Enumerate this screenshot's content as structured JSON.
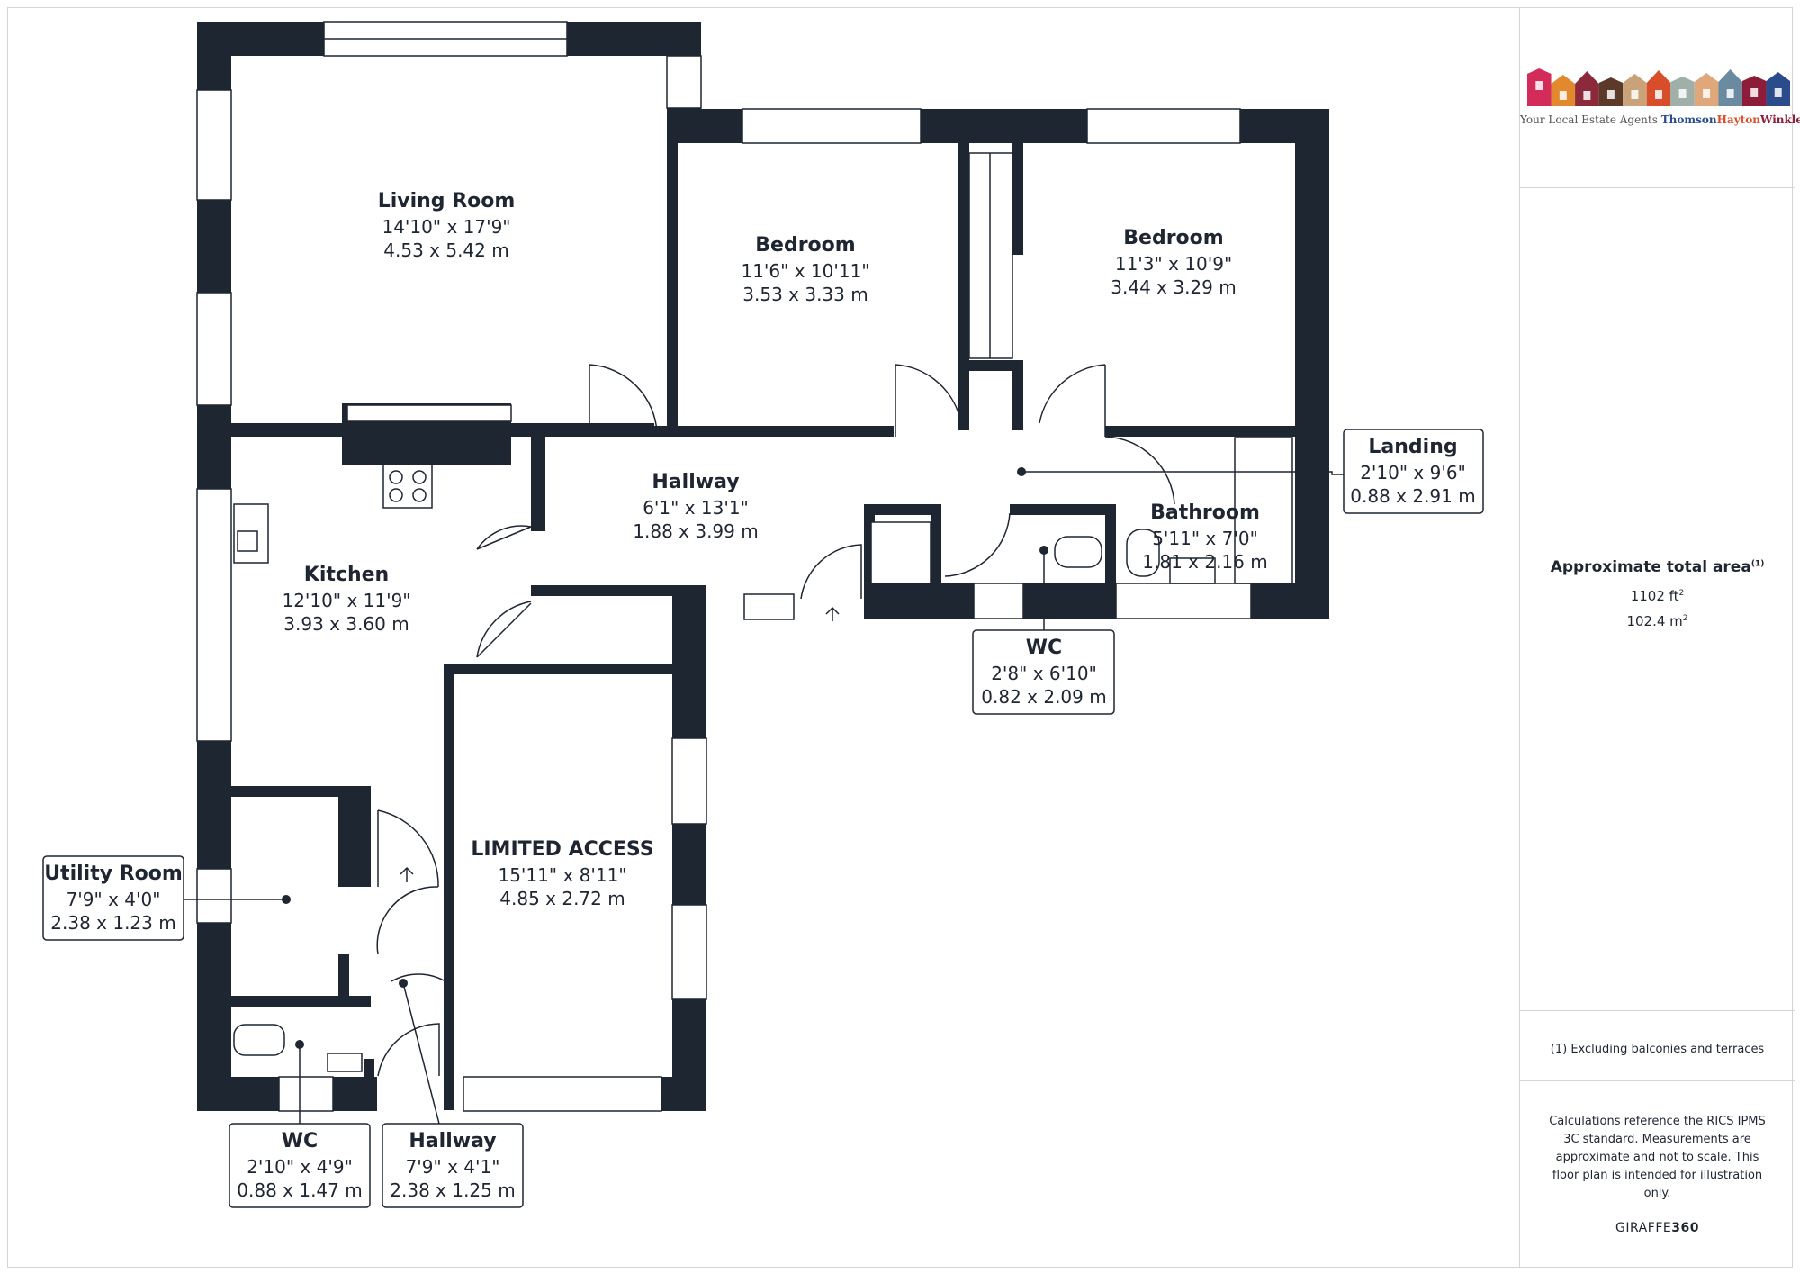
{
  "rooms": {
    "living": {
      "name": "Living Room",
      "imperial": "14'10\" x 17'9\"",
      "metric": "4.53 x 5.42 m"
    },
    "bedroom1": {
      "name": "Bedroom",
      "imperial": "11'6\" x 10'11\"",
      "metric": "3.53 x 3.33 m"
    },
    "bedroom2": {
      "name": "Bedroom",
      "imperial": "11'3\" x 10'9\"",
      "metric": "3.44 x 3.29 m"
    },
    "hallway": {
      "name": "Hallway",
      "imperial": "6'1\" x 13'1\"",
      "metric": "1.88 x 3.99 m"
    },
    "bathroom": {
      "name": "Bathroom",
      "imperial": "5'11\" x 7'0\"",
      "metric": "1.81 x 2.16 m"
    },
    "kitchen": {
      "name": "Kitchen",
      "imperial": "12'10\" x 11'9\"",
      "metric": "3.93 x 3.60 m"
    },
    "limited": {
      "name": "LIMITED ACCESS",
      "imperial": "15'11\" x 8'11\"",
      "metric": "4.85 x 2.72 m"
    }
  },
  "callouts": {
    "landing": {
      "name": "Landing",
      "imperial": "2'10\" x 9'6\"",
      "metric": "0.88 x 2.91 m"
    },
    "wc_upper": {
      "name": "WC",
      "imperial": "2'8\" x 6'10\"",
      "metric": "0.82 x 2.09 m"
    },
    "utility": {
      "name": "Utility Room",
      "imperial": "7'9\" x 4'0\"",
      "metric": "2.38 x 1.23 m"
    },
    "wc_lower": {
      "name": "WC",
      "imperial": "2'10\" x 4'9\"",
      "metric": "0.88 x 1.47 m"
    },
    "hallway_lower": {
      "name": "Hallway",
      "imperial": "7'9\" x 4'1\"",
      "metric": "2.38 x 1.25 m"
    }
  },
  "panel": {
    "tagline_prefix": "Your Local Estate Agents",
    "brand_1": "Thomson",
    "brand_2": "Hayton",
    "brand_3": "Winkley",
    "area_title": "Approximate total area",
    "area_note_ref": "(1)",
    "area_ft": "1102 ft",
    "area_ft_unit_sup": "2",
    "area_m": "102.4 m",
    "area_m_unit_sup": "2",
    "footnote": "(1) Excluding balconies and terraces",
    "disclaimer": "Calculations reference the RICS IPMS 3C standard. Measurements are approximate and not to scale. This floor plan is intended for illustration only.",
    "brand_left": "GIRAFFE",
    "brand_right": "360"
  },
  "logo_colors": [
    "#d42c5a",
    "#e2892e",
    "#8c2a3c",
    "#5b3a2a",
    "#c9a27a",
    "#d84e2a",
    "#9fb0a8",
    "#e0a87a",
    "#6a8aa0",
    "#8c1c3a",
    "#2b4c8c"
  ]
}
